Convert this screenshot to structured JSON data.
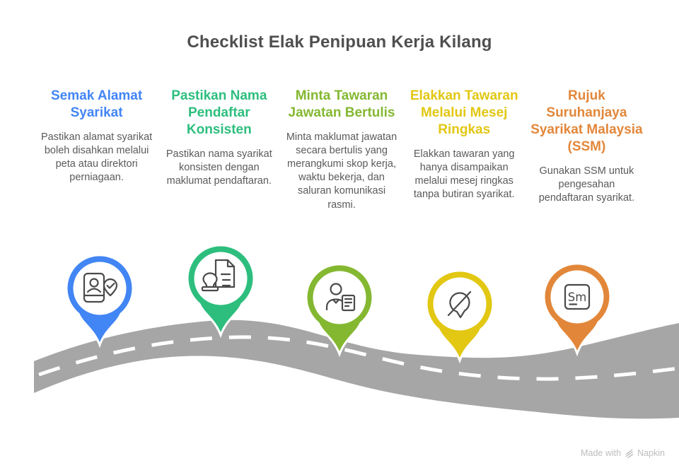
{
  "title": "Checklist Elak Penipuan Kerja Kilang",
  "items": [
    {
      "heading": "Semak Alamat Syarikat",
      "body": "Pastikan alamat syarikat boleh disahkan melalui peta atau direktori perniagaan.",
      "color": "#4285f4",
      "icon": "id-card-location-check-icon"
    },
    {
      "heading": "Pastikan Nama Pendaftar Konsisten",
      "body": "Pastikan nama syarikat konsisten dengan maklumat pendaftaran.",
      "color": "#2dbe7e",
      "icon": "stamped-document-icon"
    },
    {
      "heading": "Minta Tawaran Jawatan Bertulis",
      "body": "Minta maklumat jawatan secara bertulis yang merangkumi skop kerja, waktu bekerja, dan saluran komunikasi rasmi.",
      "color": "#84b831",
      "icon": "person-document-icon"
    },
    {
      "heading": "Elakkan Tawaran Melalui Mesej Ringkas",
      "body": "Elakkan tawaran yang hanya disampaikan melalui mesej ringkas tanpa butiran syarikat.",
      "color": "#e2c713",
      "icon": "no-chat-icon"
    },
    {
      "heading": "Rujuk Suruhanjaya Syarikat Malaysia (SSM)",
      "body": "Gunakan SSM untuk pengesahan pendaftaran syarikat.",
      "color": "#e2873a",
      "icon": "ssm-badge-icon",
      "glyph": "Sm"
    }
  ],
  "road": {
    "color": "#a6a6a6",
    "dash_color": "#ffffff"
  },
  "footer": {
    "made_with": "Made with",
    "brand": "Napkin"
  }
}
